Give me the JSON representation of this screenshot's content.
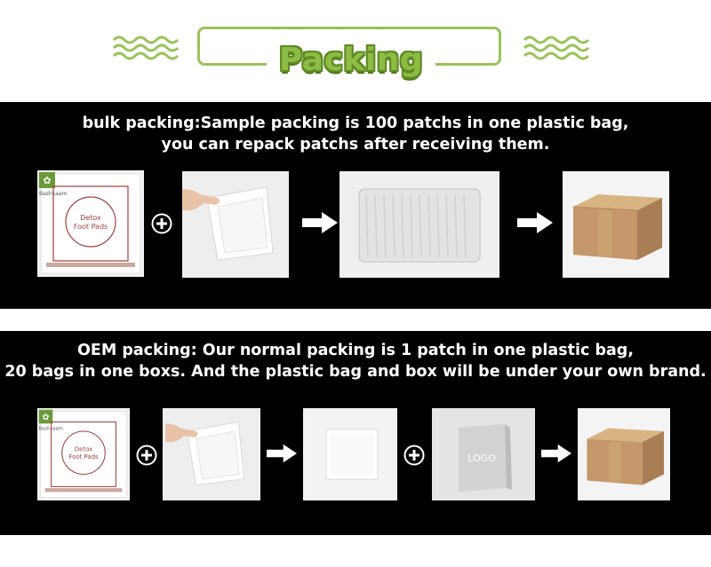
{
  "header": {
    "title": "Packing"
  },
  "bulk": {
    "line1": "bulk packing:Sample packing is 100 patchs in one plastic bag,",
    "line2": "you can repack patchs after receiving them."
  },
  "oem": {
    "line1": "OEM packing: Our normal packing is 1 patch in one plastic bag,",
    "line2": "20 bags in one boxs. And the plastic bag and box will be under your own brand."
  },
  "product": {
    "brand": "Bashkaam",
    "label_line1": "Detox",
    "label_line2": "Foot Pads"
  },
  "box_logo": "LOGO",
  "colors": {
    "green": "#8cbc44",
    "green_dark": "#5f8a24",
    "band": "#000000",
    "cardboard": "#c19a6b"
  }
}
